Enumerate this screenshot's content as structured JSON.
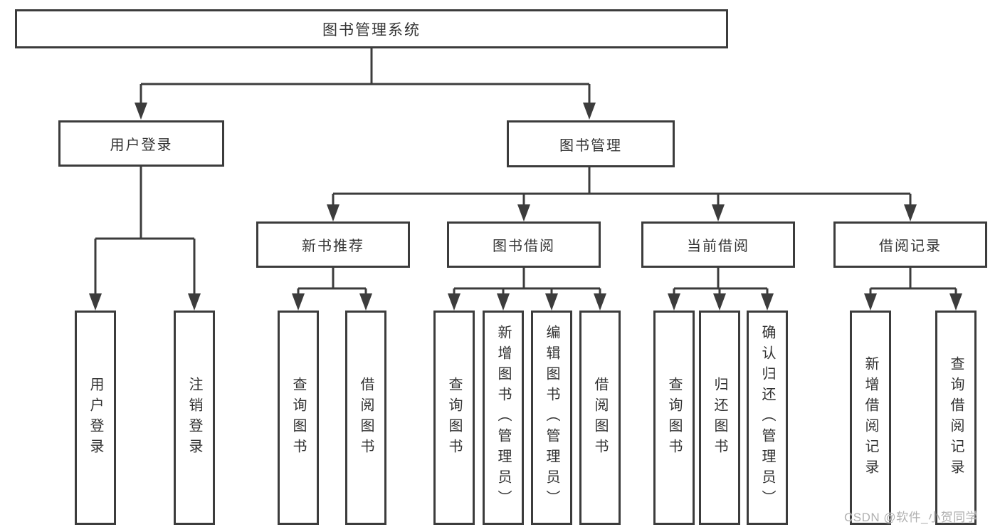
{
  "diagram": {
    "root": "图书管理系统",
    "level1": [
      "用户登录",
      "图书管理"
    ],
    "level2": [
      "新书推荐",
      "图书借阅",
      "当前借阅",
      "借阅记录"
    ],
    "leaf_groups": [
      [
        "用户登录",
        "注销登录"
      ],
      [
        "查询图书",
        "借阅图书"
      ],
      [
        "查询图书",
        "新增图书（管理员）",
        "编辑图书（管理员）",
        "借阅图书"
      ],
      [
        "查询图书",
        "归还图书",
        "确认归还（管理员）"
      ],
      [
        "新增借阅记录",
        "查询借阅记录"
      ]
    ]
  },
  "watermark": "CSDN @软件_小贺同学",
  "colors": {
    "line": "#3c3c3c",
    "text": "#333333",
    "background": "#ffffff",
    "watermark": "#b0b0b0"
  }
}
